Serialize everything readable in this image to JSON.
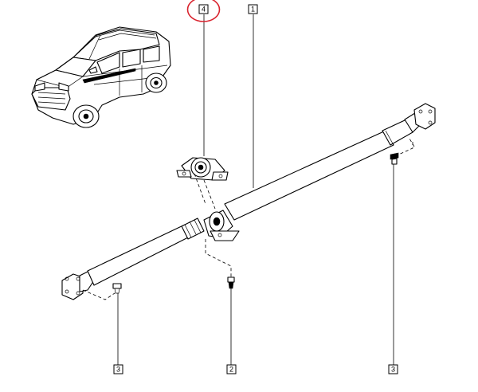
{
  "callouts": [
    {
      "id": "callout-1",
      "label": "1"
    },
    {
      "id": "callout-2",
      "label": "2"
    },
    {
      "id": "callout-3-left",
      "label": "3"
    },
    {
      "id": "callout-3-right",
      "label": "3"
    },
    {
      "id": "callout-4",
      "label": "4"
    }
  ],
  "highlight": {
    "target": "callout-4",
    "color": "#d9232e"
  },
  "colors": {
    "line": "#000000",
    "background": "#ffffff"
  }
}
